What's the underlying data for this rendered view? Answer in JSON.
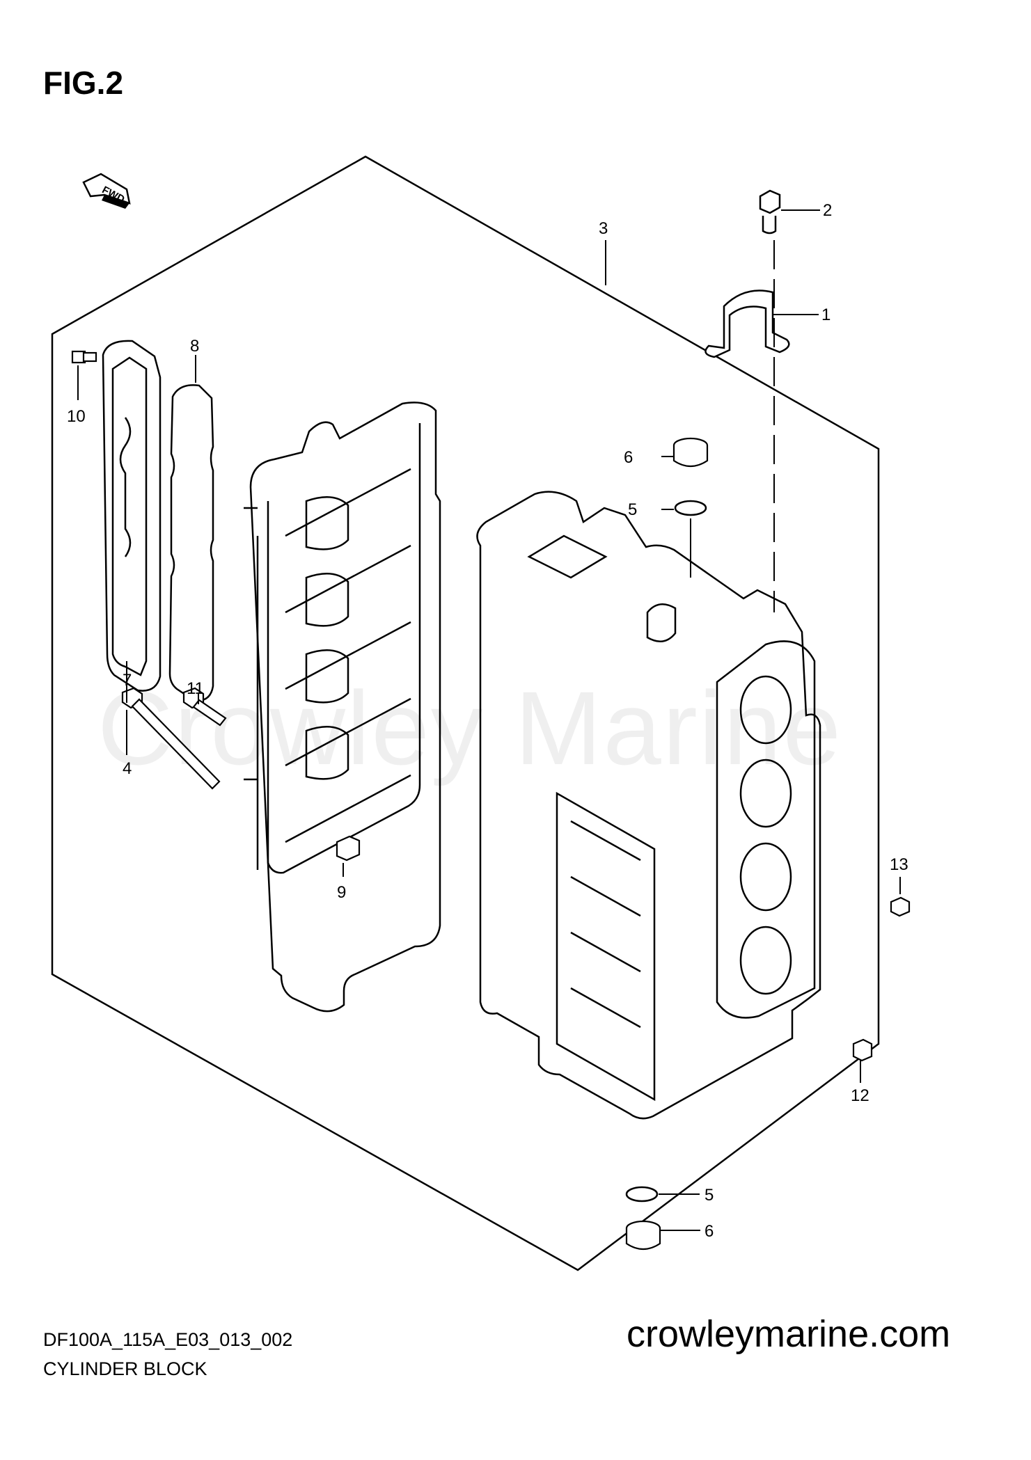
{
  "figure": {
    "title": "FIG.2",
    "code": "DF100A_115A_E03_013_002",
    "caption": "CYLINDER BLOCK",
    "site": "crowleymarine.com",
    "watermark": "Crowley Marine",
    "fwd_label": "FWD"
  },
  "callouts": [
    {
      "id": "c1",
      "label": "1"
    },
    {
      "id": "c2",
      "label": "2"
    },
    {
      "id": "c3",
      "label": "3"
    },
    {
      "id": "c4",
      "label": "4"
    },
    {
      "id": "c5a",
      "label": "5"
    },
    {
      "id": "c5b",
      "label": "5"
    },
    {
      "id": "c6a",
      "label": "6"
    },
    {
      "id": "c6b",
      "label": "6"
    },
    {
      "id": "c7",
      "label": "7"
    },
    {
      "id": "c8",
      "label": "8"
    },
    {
      "id": "c9",
      "label": "9"
    },
    {
      "id": "c10",
      "label": "10"
    },
    {
      "id": "c11",
      "label": "11"
    },
    {
      "id": "c12",
      "label": "12"
    },
    {
      "id": "c13",
      "label": "13"
    }
  ]
}
